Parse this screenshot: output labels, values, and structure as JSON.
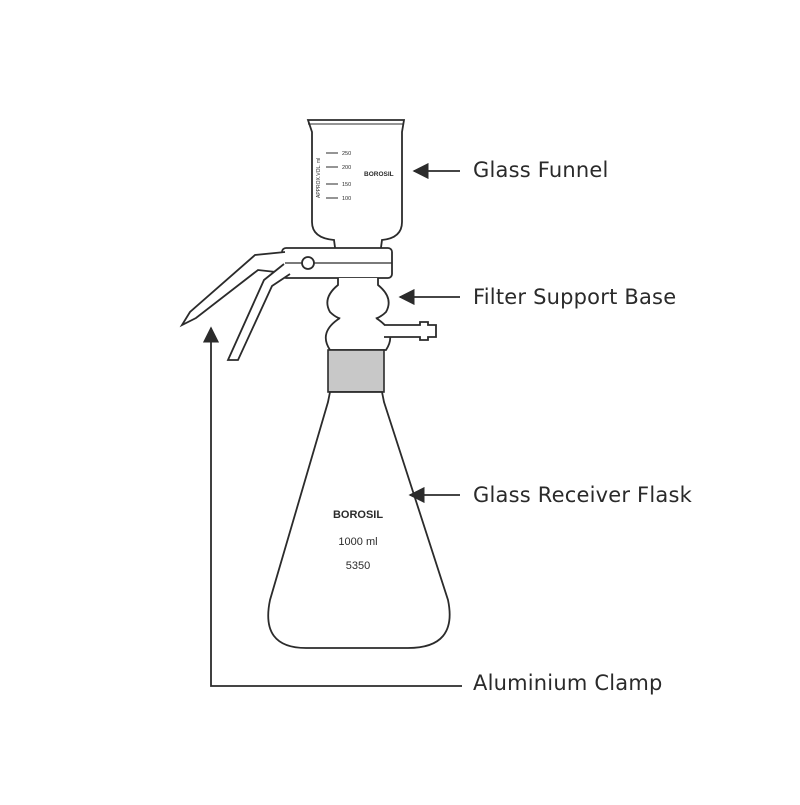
{
  "callouts": {
    "glass_funnel": "Glass Funnel",
    "filter_support_base": "Filter Support Base",
    "glass_receiver_flask": "Glass Receiver Flask",
    "aluminium_clamp": "Aluminium Clamp"
  },
  "funnel": {
    "brand": "BOROSIL",
    "graduations": [
      "250",
      "200",
      "150",
      "100"
    ],
    "scale_caption": "APPROX.VOL. ml"
  },
  "flask": {
    "brand": "BOROSIL",
    "capacity": "1000 ml",
    "catalog_number": "5350"
  },
  "colors": {
    "line": "#2b2b2b",
    "glass_joint": "#c8c8c8",
    "text": "#2a2a2a"
  }
}
